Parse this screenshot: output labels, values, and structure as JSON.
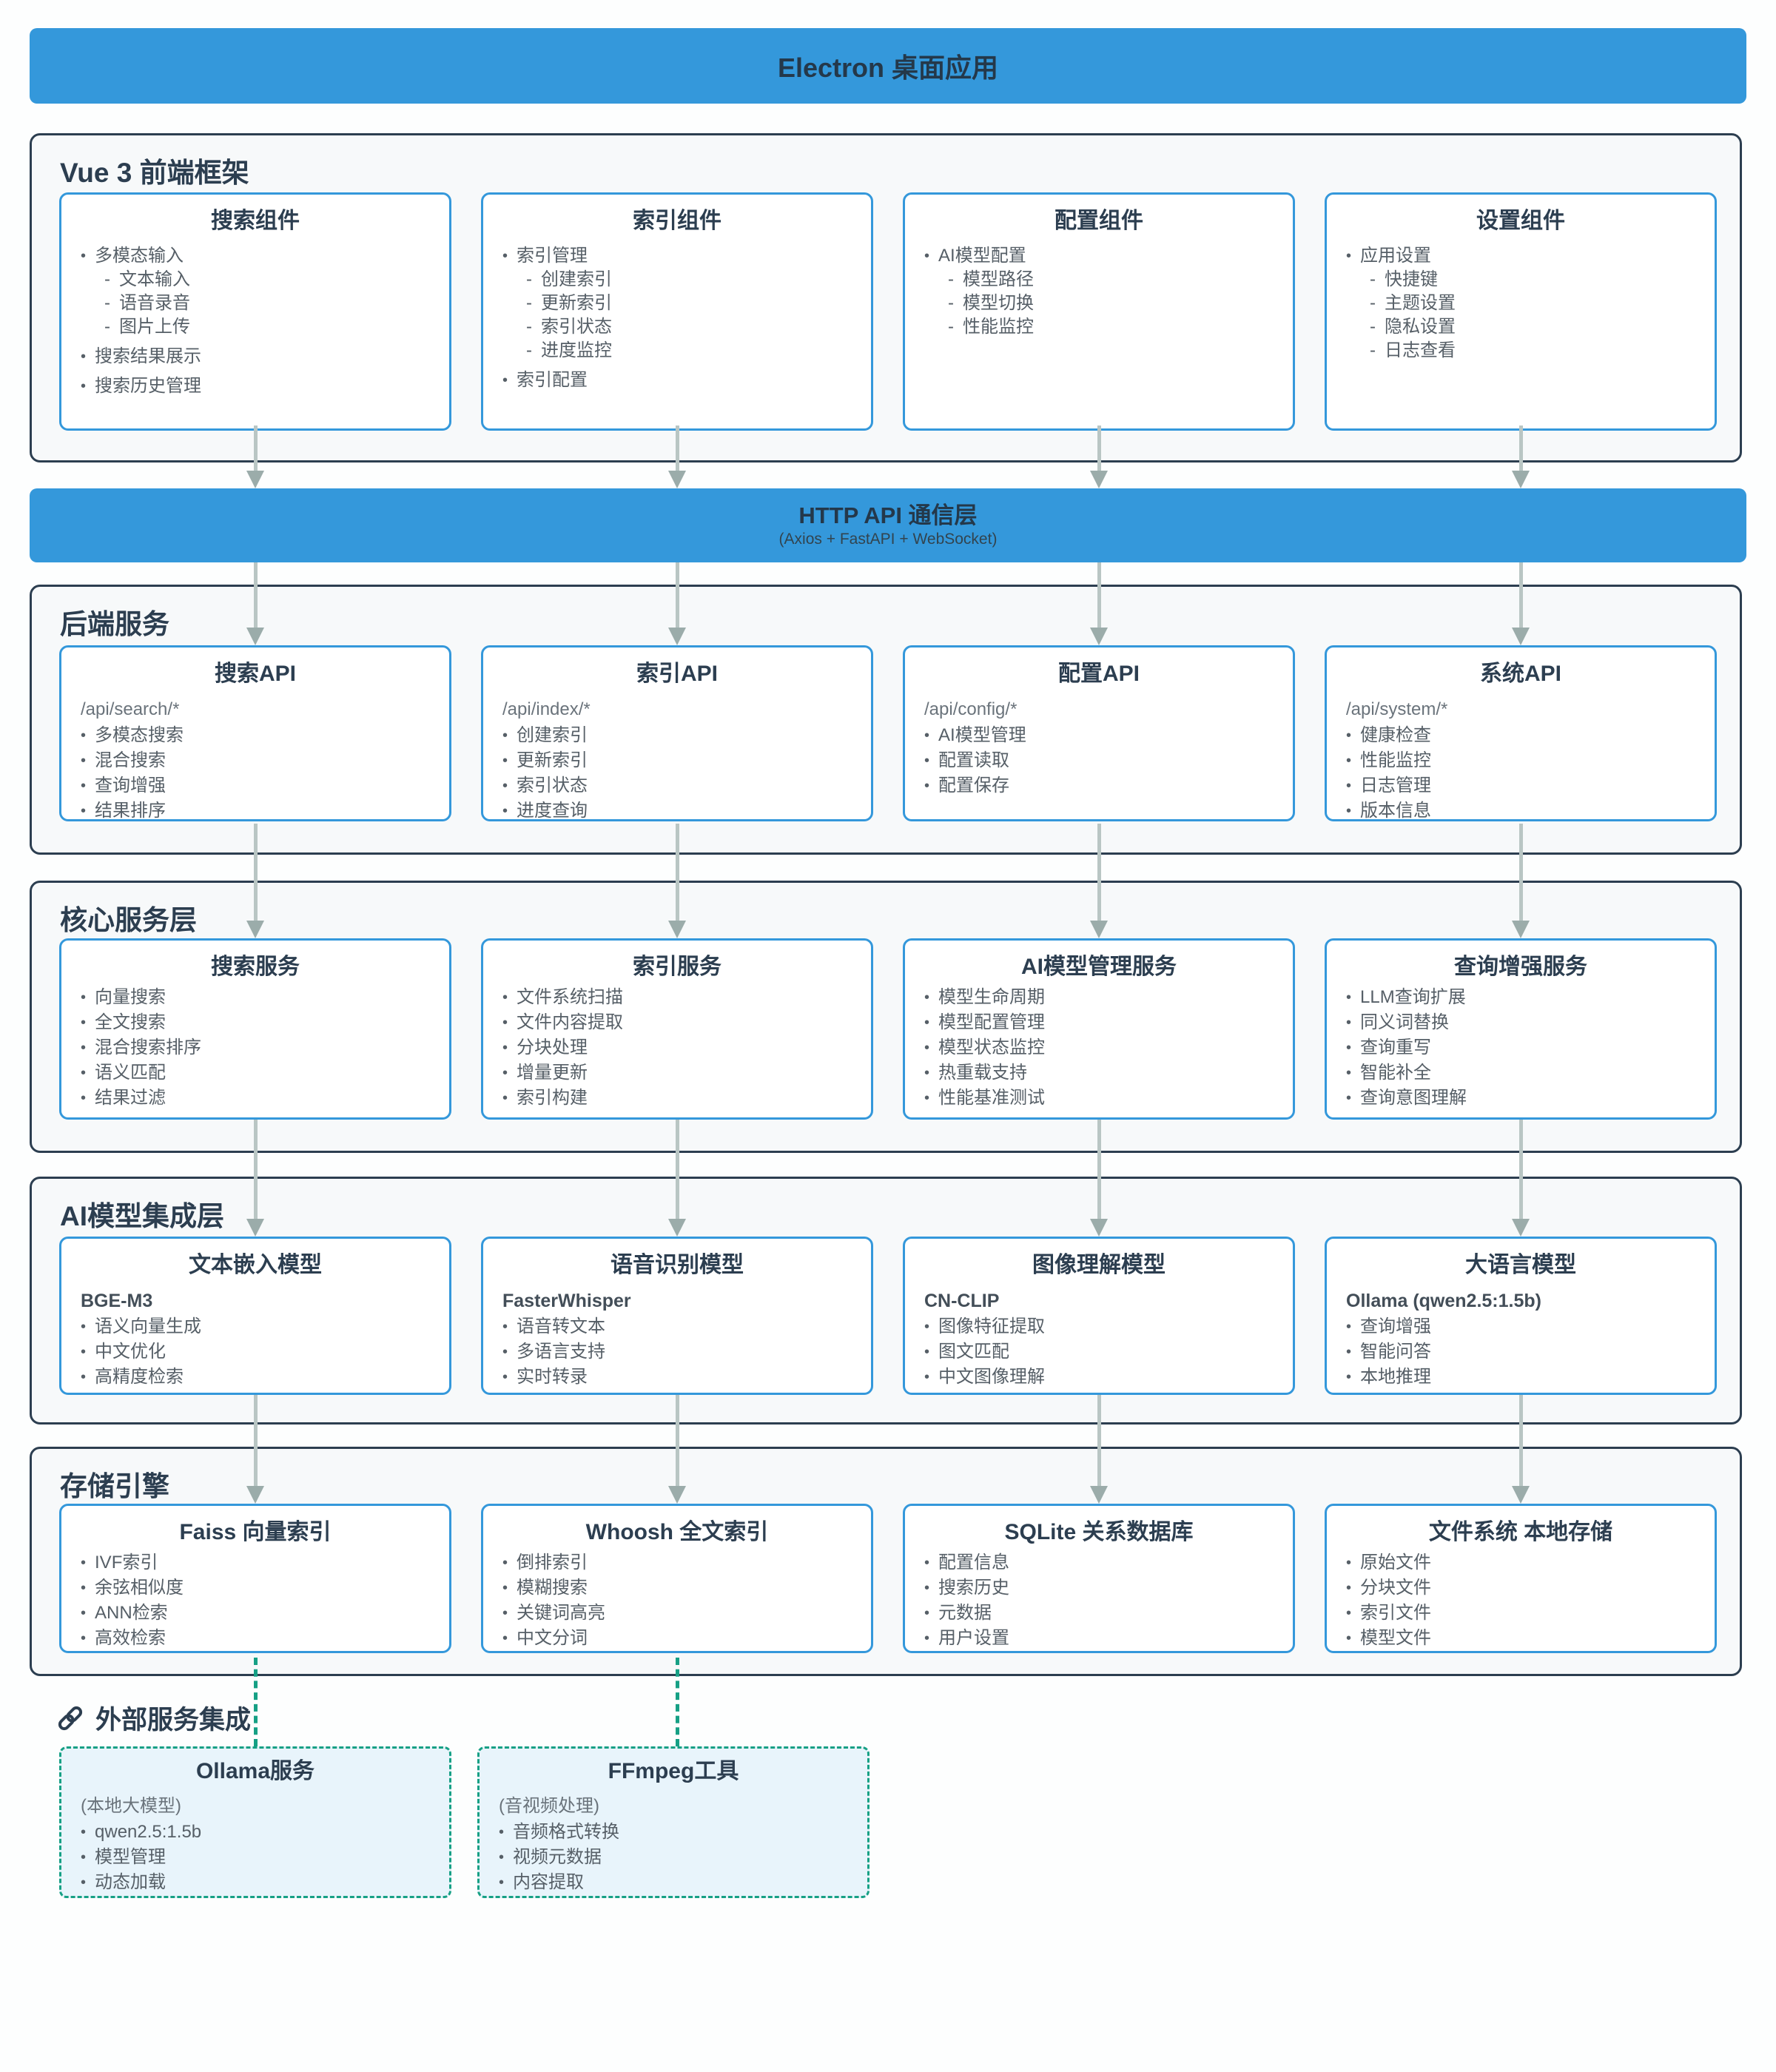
{
  "banner_top": {
    "title": "Electron 桌面应用"
  },
  "http_layer": {
    "title": "HTTP API 通信层",
    "subtitle": "(Axios + FastAPI + WebSocket)"
  },
  "colors": {
    "accent_blue": "#3498db",
    "dark_navy": "#2c3e50",
    "section_bg": "#f7f9fa",
    "arrow_gray": "#b9c6c4",
    "arrowhead_gray": "#9bacaa",
    "dashed_teal": "#16a085",
    "external_card_bg": "#e8f4fb"
  },
  "sections": [
    {
      "label": "Vue 3 前端框架",
      "cards": [
        {
          "title": "搜索组件",
          "items": [
            "多模态输入",
            "- 文本输入",
            "- 语音录音",
            "- 图片上传",
            "搜索结果展示",
            "搜索历史管理"
          ]
        },
        {
          "title": "索引组件",
          "items": [
            "索引管理",
            "- 创建索引",
            "- 更新索引",
            "- 索引状态",
            "- 进度监控",
            "索引配置"
          ]
        },
        {
          "title": "配置组件",
          "items": [
            "AI模型配置",
            "- 模型路径",
            "- 模型切换",
            "- 性能监控"
          ]
        },
        {
          "title": "设置组件",
          "items": [
            "应用设置",
            "- 快捷键",
            "- 主题设置",
            "- 隐私设置",
            "- 日志查看"
          ]
        }
      ]
    },
    {
      "label": "后端服务",
      "cards": [
        {
          "title": "搜索API",
          "subtitle": "/api/search/*",
          "items": [
            "多模态搜索",
            "混合搜索",
            "查询增强",
            "结果排序"
          ]
        },
        {
          "title": "索引API",
          "subtitle": "/api/index/*",
          "items": [
            "创建索引",
            "更新索引",
            "索引状态",
            "进度查询"
          ]
        },
        {
          "title": "配置API",
          "subtitle": "/api/config/*",
          "items": [
            "AI模型管理",
            "配置读取",
            "配置保存"
          ]
        },
        {
          "title": "系统API",
          "subtitle": "/api/system/*",
          "items": [
            "健康检查",
            "性能监控",
            "日志管理",
            "版本信息"
          ]
        }
      ]
    },
    {
      "label": "核心服务层",
      "cards": [
        {
          "title": "搜索服务",
          "items": [
            "向量搜索",
            "全文搜索",
            "混合搜索排序",
            "语义匹配",
            "结果过滤"
          ]
        },
        {
          "title": "索引服务",
          "items": [
            "文件系统扫描",
            "文件内容提取",
            "分块处理",
            "增量更新",
            "索引构建"
          ]
        },
        {
          "title": "AI模型管理服务",
          "items": [
            "模型生命周期",
            "模型配置管理",
            "模型状态监控",
            "热重载支持",
            "性能基准测试"
          ]
        },
        {
          "title": "查询增强服务",
          "items": [
            "LLM查询扩展",
            "同义词替换",
            "查询重写",
            "智能补全",
            "查询意图理解"
          ]
        }
      ]
    },
    {
      "label": "AI模型集成层",
      "cards": [
        {
          "title": "文本嵌入模型",
          "subtitle_bold": "BGE-M3",
          "items": [
            "语义向量生成",
            "中文优化",
            "高精度检索"
          ]
        },
        {
          "title": "语音识别模型",
          "subtitle_bold": "FasterWhisper",
          "items": [
            "语音转文本",
            "多语言支持",
            "实时转录"
          ]
        },
        {
          "title": "图像理解模型",
          "subtitle_bold": "CN-CLIP",
          "items": [
            "图像特征提取",
            "图文匹配",
            "中文图像理解"
          ]
        },
        {
          "title": "大语言模型",
          "subtitle_bold": "Ollama (qwen2.5:1.5b)",
          "items": [
            "查询增强",
            "智能问答",
            "本地推理"
          ]
        }
      ]
    },
    {
      "label": "存储引擎",
      "cards": [
        {
          "title": "Faiss 向量索引",
          "items": [
            "IVF索引",
            "余弦相似度",
            "ANN检索",
            "高效检索"
          ]
        },
        {
          "title": "Whoosh 全文索引",
          "items": [
            "倒排索引",
            "模糊搜索",
            "关键词高亮",
            "中文分词"
          ]
        },
        {
          "title": "SQLite 关系数据库",
          "items": [
            "配置信息",
            "搜索历史",
            "元数据",
            "用户设置"
          ]
        },
        {
          "title": "文件系统 本地存储",
          "items": [
            "原始文件",
            "分块文件",
            "索引文件",
            "模型文件"
          ]
        }
      ]
    }
  ],
  "external": {
    "label": "外部服务集成",
    "icon": "link-icon",
    "cards": [
      {
        "title": "Ollama服务",
        "subtitle": "(本地大模型)",
        "items": [
          "qwen2.5:1.5b",
          "模型管理",
          "动态加载"
        ]
      },
      {
        "title": "FFmpeg工具",
        "subtitle": "(音视频处理)",
        "items": [
          "音频格式转换",
          "视频元数据",
          "内容提取"
        ]
      }
    ]
  }
}
